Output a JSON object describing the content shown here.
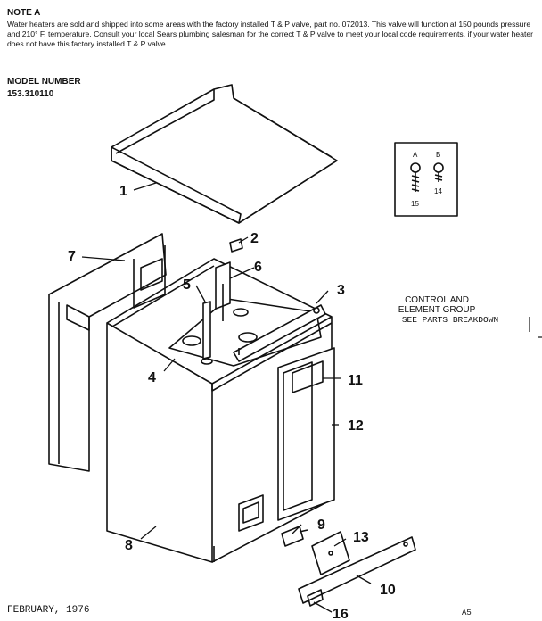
{
  "note": {
    "title": "NOTE A",
    "body": "Water heaters are sold and shipped into some areas with the factory installed T & P valve, part no. 072013. This valve will function at 150 pounds pressure and 210° F. temperature. Consult your local Sears plumbing salesman for the correct T & P valve to meet your local code requirements, if your water heater does not have this factory installed T & P valve."
  },
  "model": {
    "label": "MODEL NUMBER",
    "number": "153.310110"
  },
  "control_group": {
    "line1": "CONTROL AND",
    "line2": "ELEMENT GROUP",
    "line3": "SEE PARTS BREAKDOWN"
  },
  "callouts": [
    "1",
    "2",
    "3",
    "4",
    "5",
    "6",
    "7",
    "8",
    "9",
    "10",
    "11",
    "12",
    "13",
    "16"
  ],
  "screws": {
    "a_label": "A",
    "b_label": "B",
    "a_part": "15",
    "b_part": "14"
  },
  "footer": {
    "date": "FEBRUARY, 1976",
    "page": "A5"
  }
}
